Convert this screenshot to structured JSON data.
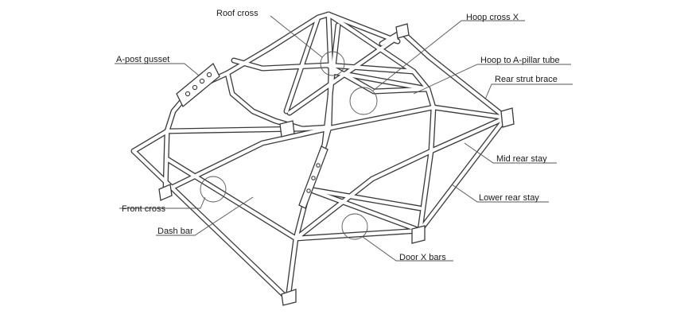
{
  "labels": {
    "roof_cross": "Roof cross",
    "hoop_cross_x": "Hoop cross X",
    "a_post_gusset": "A-post gusset",
    "hoop_to_a_pillar": "Hoop to A-pillar tube",
    "rear_strut_brace": "Rear strut brace",
    "mid_rear_stay": "Mid rear stay",
    "front_cross": "Front cross",
    "lower_rear_stay": "Lower rear stay",
    "dash_bar": "Dash bar",
    "door_x_bars": "Door X bars"
  }
}
